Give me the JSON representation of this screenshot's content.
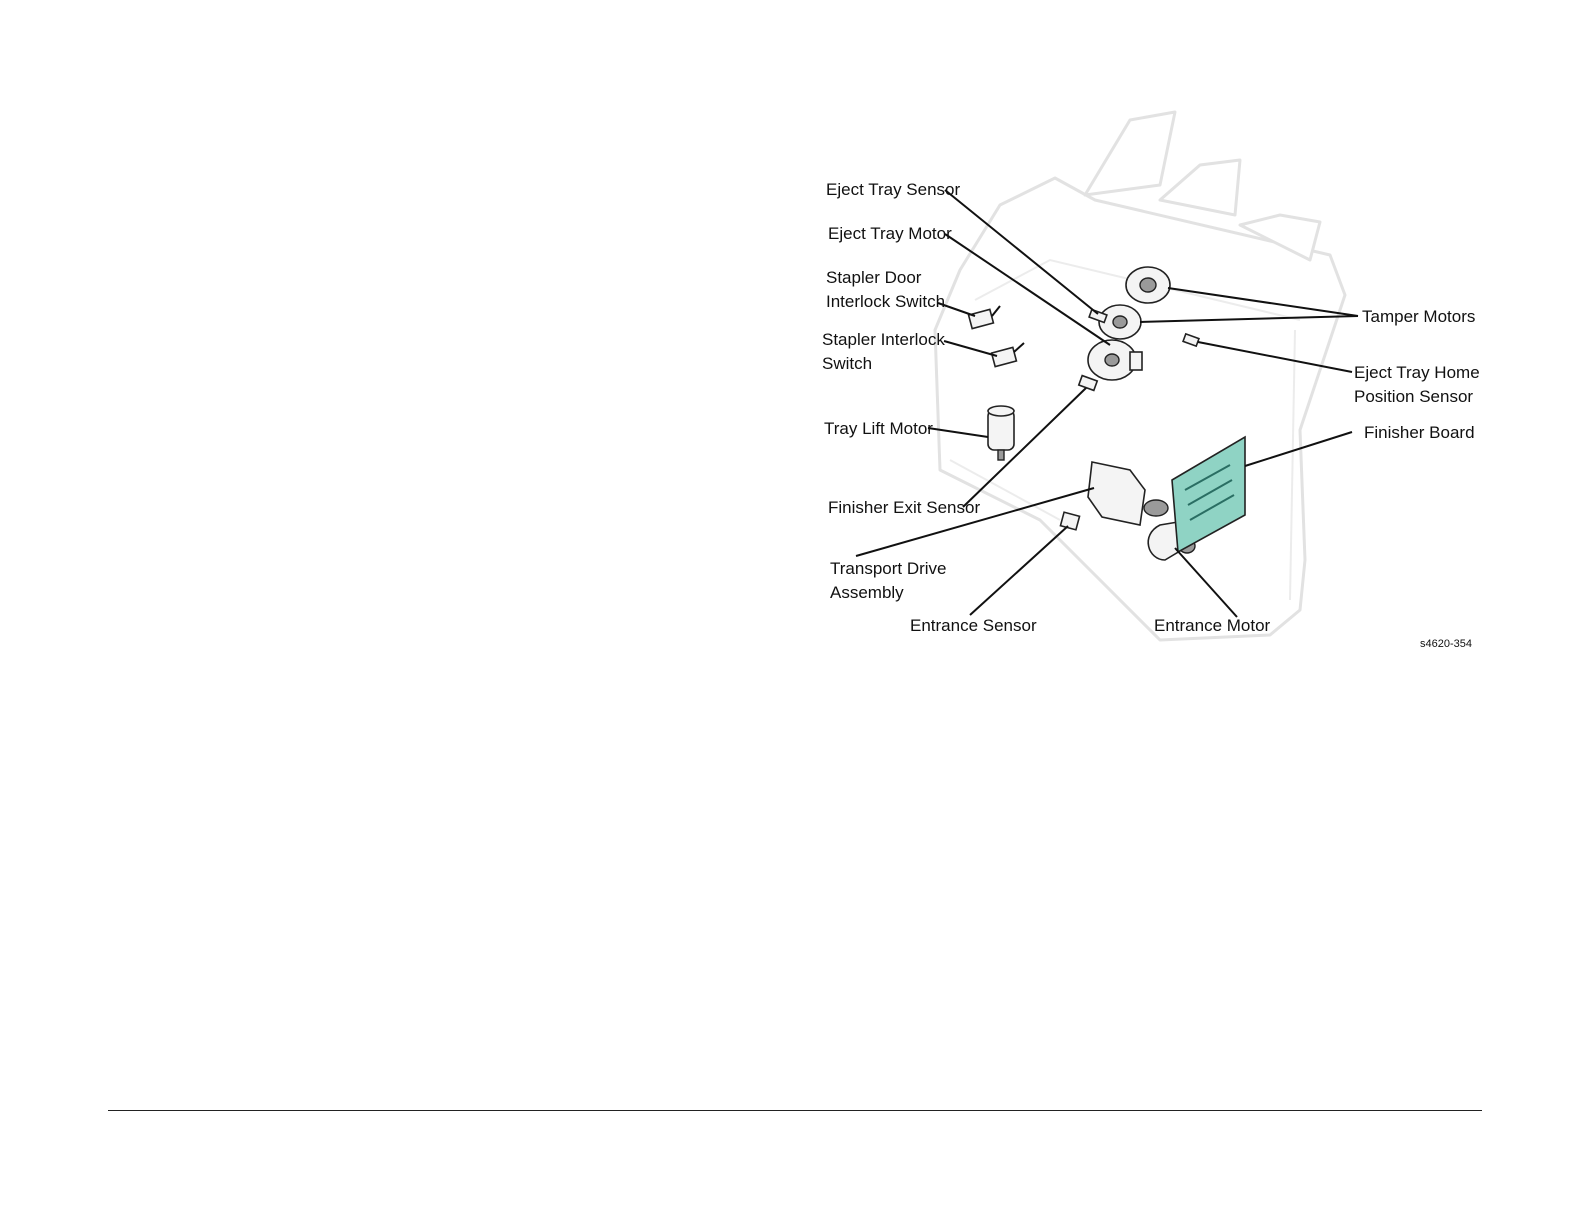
{
  "diagram": {
    "labels": {
      "eject_tray_sensor": "Eject Tray Sensor",
      "eject_tray_motor": "Eject Tray Motor",
      "stapler_door_interlock_switch_1": "Stapler Door",
      "stapler_door_interlock_switch_2": "Interlock Switch",
      "stapler_interlock_switch_1": "Stapler Interlock",
      "stapler_interlock_switch_2": "Switch",
      "tray_lift_motor": "Tray Lift Motor",
      "finisher_exit_sensor": "Finisher Exit Sensor",
      "transport_drive_assembly_1": "Transport Drive",
      "transport_drive_assembly_2": "Assembly",
      "entrance_sensor": "Entrance Sensor",
      "entrance_motor": "Entrance Motor",
      "finisher_board": "Finisher Board",
      "tamper_motors": "Tamper Motors",
      "eject_tray_home_position_sensor_1": "Eject Tray Home",
      "eject_tray_home_position_sensor_2": "Position Sensor"
    },
    "figure_id": "s4620-354",
    "colors": {
      "board": "#8fd3c4",
      "ghost_outline": "#e2e2e2",
      "leader": "#111111"
    }
  }
}
